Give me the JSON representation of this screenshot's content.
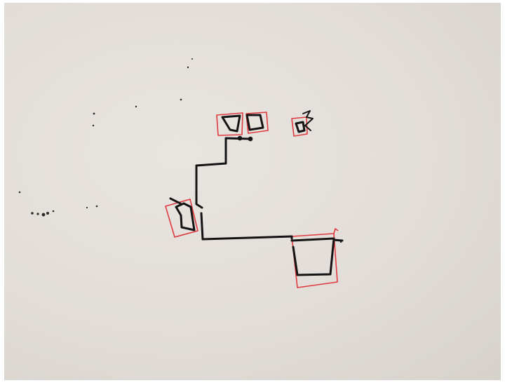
{
  "scene": {
    "background_color": "#e3ded9",
    "ink_color": "#111111",
    "annotation_color": "#e0393e",
    "description_items": [
      "paper-background",
      "black-marker-sketch",
      "red-bounding-boxes",
      "ink-specks"
    ]
  }
}
